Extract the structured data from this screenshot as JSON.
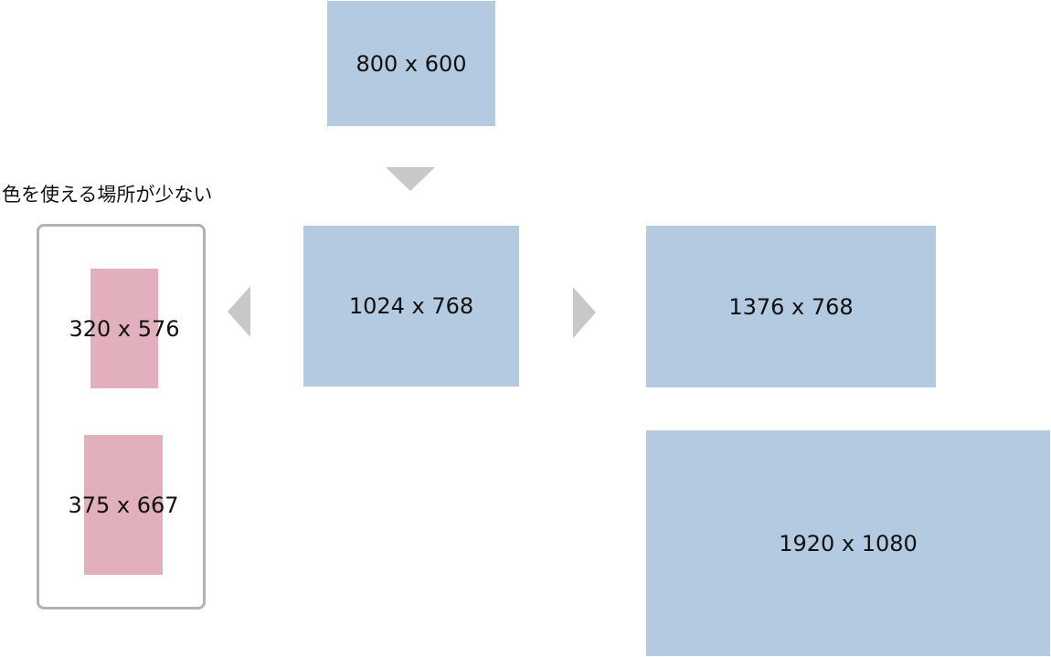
{
  "diagram": {
    "note": "色を使える場所が少ない",
    "nodes": {
      "top": {
        "label": "800 x 600"
      },
      "center": {
        "label": "1024 x 768"
      },
      "right_upper": {
        "label": "1376 x 768"
      },
      "right_lower": {
        "label": "1920 x 1080"
      },
      "mobile_upper": {
        "label": "320 x 576"
      },
      "mobile_lower": {
        "label": "375 x 667"
      }
    },
    "colors": {
      "desktop_box": "#b4cae0",
      "mobile_box": "#e1b0bc",
      "arrow": "#c8c8c8",
      "frame": "#b2b2b2"
    }
  }
}
